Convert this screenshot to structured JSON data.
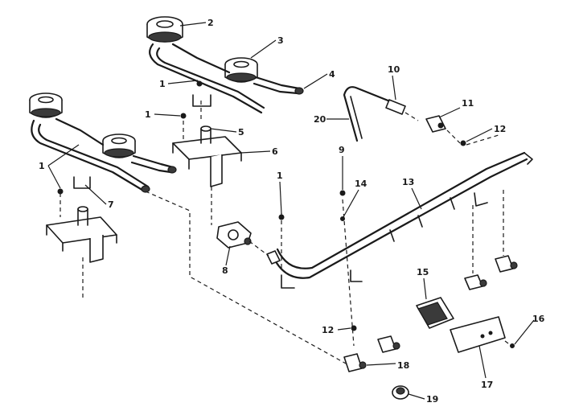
{
  "diagram": {
    "callouts": [
      {
        "id": "c2",
        "label": "2"
      },
      {
        "id": "c3",
        "label": "3"
      },
      {
        "id": "c4",
        "label": "4"
      },
      {
        "id": "c1a",
        "label": "1"
      },
      {
        "id": "c1b",
        "label": "1"
      },
      {
        "id": "c5",
        "label": "5"
      },
      {
        "id": "c6",
        "label": "6"
      },
      {
        "id": "c1c",
        "label": "1"
      },
      {
        "id": "c7",
        "label": "7"
      },
      {
        "id": "c8",
        "label": "8"
      },
      {
        "id": "c1d",
        "label": "1"
      },
      {
        "id": "c9",
        "label": "9"
      },
      {
        "id": "c14",
        "label": "14"
      },
      {
        "id": "c13",
        "label": "13"
      },
      {
        "id": "c10",
        "label": "10"
      },
      {
        "id": "c20",
        "label": "20"
      },
      {
        "id": "c11",
        "label": "11"
      },
      {
        "id": "c12a",
        "label": "12"
      },
      {
        "id": "c12b",
        "label": "12"
      },
      {
        "id": "c15",
        "label": "15"
      },
      {
        "id": "c16",
        "label": "16"
      },
      {
        "id": "c17",
        "label": "17"
      },
      {
        "id": "c18",
        "label": "18"
      },
      {
        "id": "c19",
        "label": "19"
      }
    ]
  }
}
